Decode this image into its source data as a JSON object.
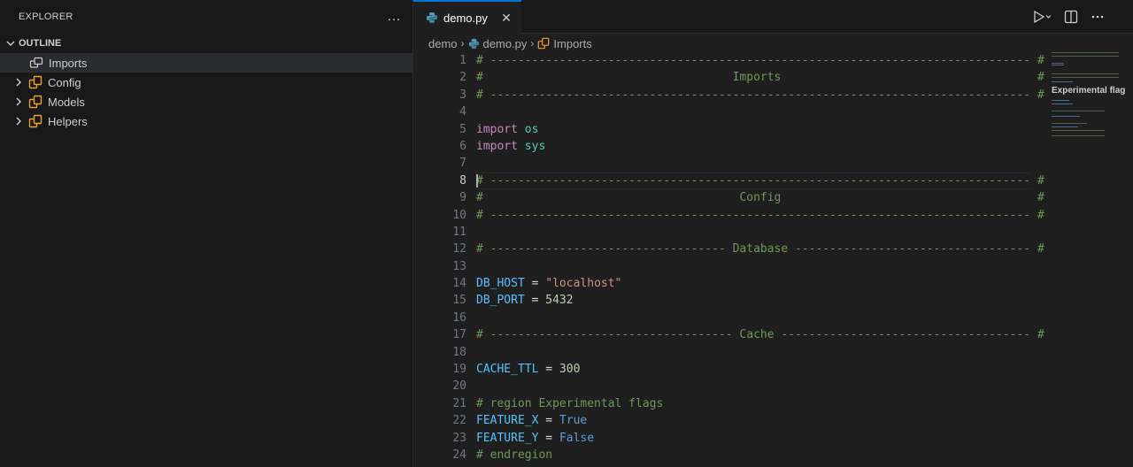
{
  "sidebar": {
    "title": "EXPLORER",
    "more_icon": "…",
    "section": "OUTLINE",
    "items": [
      {
        "label": "Imports",
        "icon": "namespace-icon",
        "selected": true,
        "expandable": false
      },
      {
        "label": "Config",
        "icon": "module-icon",
        "selected": false,
        "expandable": true
      },
      {
        "label": "Models",
        "icon": "module-icon",
        "selected": false,
        "expandable": true
      },
      {
        "label": "Helpers",
        "icon": "module-icon",
        "selected": false,
        "expandable": true
      }
    ]
  },
  "tab": {
    "label": "demo.py",
    "close": "✕"
  },
  "breadcrumbs": {
    "folder": "demo",
    "file": "demo.py",
    "symbol": "Imports"
  },
  "minimap": {
    "label": "Experimental flag"
  },
  "colors": {
    "accent": "#0078d4",
    "symbol_icon": "#ee9d28",
    "python_icon": "#519aba"
  },
  "code": {
    "lines": [
      {
        "n": "1",
        "tokens": [
          {
            "t": "# ------------------------------------------------------------------------------ #",
            "c": "c-com"
          }
        ]
      },
      {
        "n": "2",
        "tokens": [
          {
            "t": "#                                    Imports                                     #",
            "c": "c-com"
          }
        ]
      },
      {
        "n": "3",
        "tokens": [
          {
            "t": "# ------------------------------------------------------------------------------ #",
            "c": "c-com"
          }
        ]
      },
      {
        "n": "4",
        "tokens": []
      },
      {
        "n": "5",
        "tokens": [
          {
            "t": "import",
            "c": "c-kw"
          },
          {
            "t": " ",
            "c": "c-op"
          },
          {
            "t": "os",
            "c": "c-mod"
          }
        ]
      },
      {
        "n": "6",
        "tokens": [
          {
            "t": "import",
            "c": "c-kw"
          },
          {
            "t": " ",
            "c": "c-op"
          },
          {
            "t": "sys",
            "c": "c-mod"
          }
        ]
      },
      {
        "n": "7",
        "tokens": []
      },
      {
        "n": "8",
        "tokens": [
          {
            "t": "# ------------------------------------------------------------------------------ #",
            "c": "c-com"
          }
        ],
        "current": true
      },
      {
        "n": "9",
        "tokens": [
          {
            "t": "#                                     Config                                     #",
            "c": "c-com"
          }
        ]
      },
      {
        "n": "10",
        "tokens": [
          {
            "t": "# ------------------------------------------------------------------------------ #",
            "c": "c-com"
          }
        ]
      },
      {
        "n": "11",
        "tokens": []
      },
      {
        "n": "12",
        "tokens": [
          {
            "t": "# ---------------------------------- Database ---------------------------------- #",
            "c": "c-com"
          }
        ]
      },
      {
        "n": "13",
        "tokens": []
      },
      {
        "n": "14",
        "tokens": [
          {
            "t": "DB_HOST",
            "c": "c-var"
          },
          {
            "t": " = ",
            "c": "c-op"
          },
          {
            "t": "\"localhost\"",
            "c": "c-str"
          }
        ]
      },
      {
        "n": "15",
        "tokens": [
          {
            "t": "DB_PORT",
            "c": "c-var"
          },
          {
            "t": " = ",
            "c": "c-op"
          },
          {
            "t": "5432",
            "c": "c-num"
          }
        ]
      },
      {
        "n": "16",
        "tokens": []
      },
      {
        "n": "17",
        "tokens": [
          {
            "t": "# ----------------------------------- Cache ------------------------------------ #",
            "c": "c-com"
          }
        ]
      },
      {
        "n": "18",
        "tokens": []
      },
      {
        "n": "19",
        "tokens": [
          {
            "t": "CACHE_TTL",
            "c": "c-var"
          },
          {
            "t": " = ",
            "c": "c-op"
          },
          {
            "t": "300",
            "c": "c-num"
          }
        ]
      },
      {
        "n": "20",
        "tokens": []
      },
      {
        "n": "21",
        "tokens": [
          {
            "t": "# region Experimental flags",
            "c": "c-com"
          }
        ]
      },
      {
        "n": "22",
        "tokens": [
          {
            "t": "FEATURE_X",
            "c": "c-var"
          },
          {
            "t": " = ",
            "c": "c-op"
          },
          {
            "t": "True",
            "c": "c-const"
          }
        ]
      },
      {
        "n": "23",
        "tokens": [
          {
            "t": "FEATURE_Y",
            "c": "c-var"
          },
          {
            "t": " = ",
            "c": "c-op"
          },
          {
            "t": "False",
            "c": "c-const"
          }
        ]
      },
      {
        "n": "24",
        "tokens": [
          {
            "t": "# endregion",
            "c": "c-com"
          }
        ]
      }
    ]
  }
}
